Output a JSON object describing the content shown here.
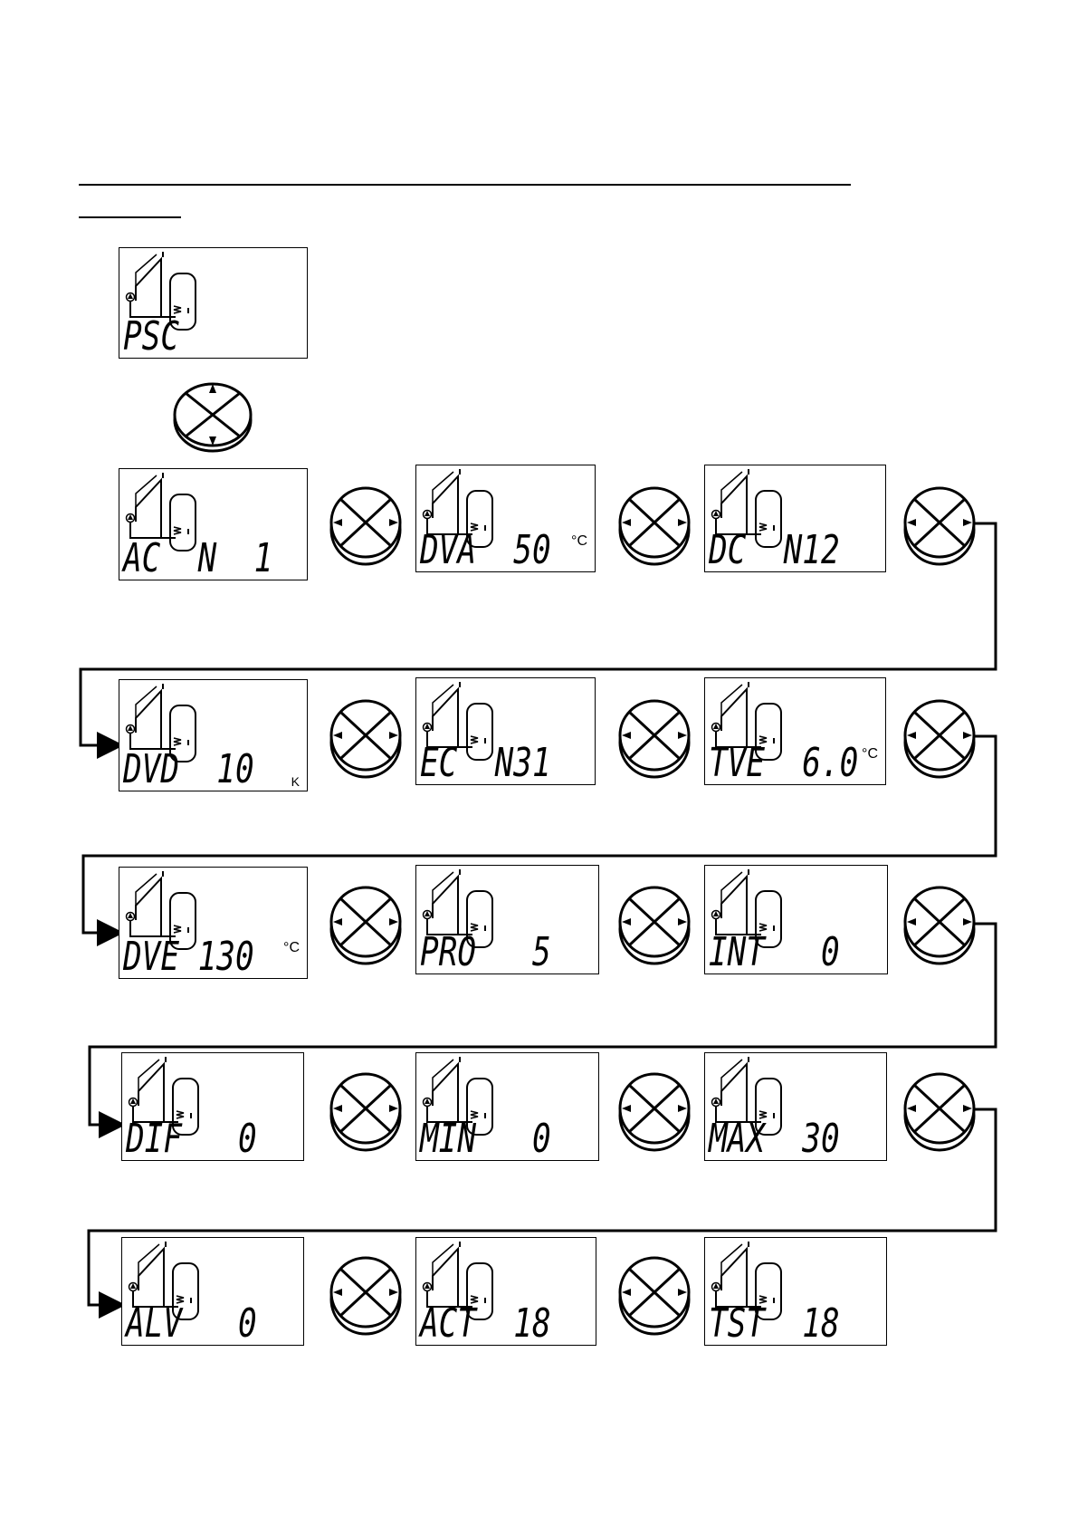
{
  "screens": [
    {
      "text": "PSC",
      "unit": ""
    },
    {
      "text": "AC  N  1",
      "unit": ""
    },
    {
      "text": "DVA  50",
      "unit": "°C"
    },
    {
      "text": "DC  N12",
      "unit": ""
    },
    {
      "text": "DVD  10",
      "unit": "K"
    },
    {
      "text": "EC  N31",
      "unit": ""
    },
    {
      "text": "TVE  6.0",
      "unit": "°C"
    },
    {
      "text": "DVE 130",
      "unit": "°C"
    },
    {
      "text": "PRO   5",
      "unit": ""
    },
    {
      "text": "INT   0",
      "unit": ""
    },
    {
      "text": "DIF   0",
      "unit": ""
    },
    {
      "text": "MIN   0",
      "unit": ""
    },
    {
      "text": "MAX  30",
      "unit": ""
    },
    {
      "text": "ALV   0",
      "unit": ""
    },
    {
      "text": "ACT  18",
      "unit": ""
    },
    {
      "text": "TST  18",
      "unit": ""
    }
  ],
  "icons": {
    "solar_schematic": "solar-collector-tank-pump-icon",
    "nav_up_down": "up-down-navigation-button-icon",
    "nav_left_right": "left-right-navigation-button-icon"
  }
}
